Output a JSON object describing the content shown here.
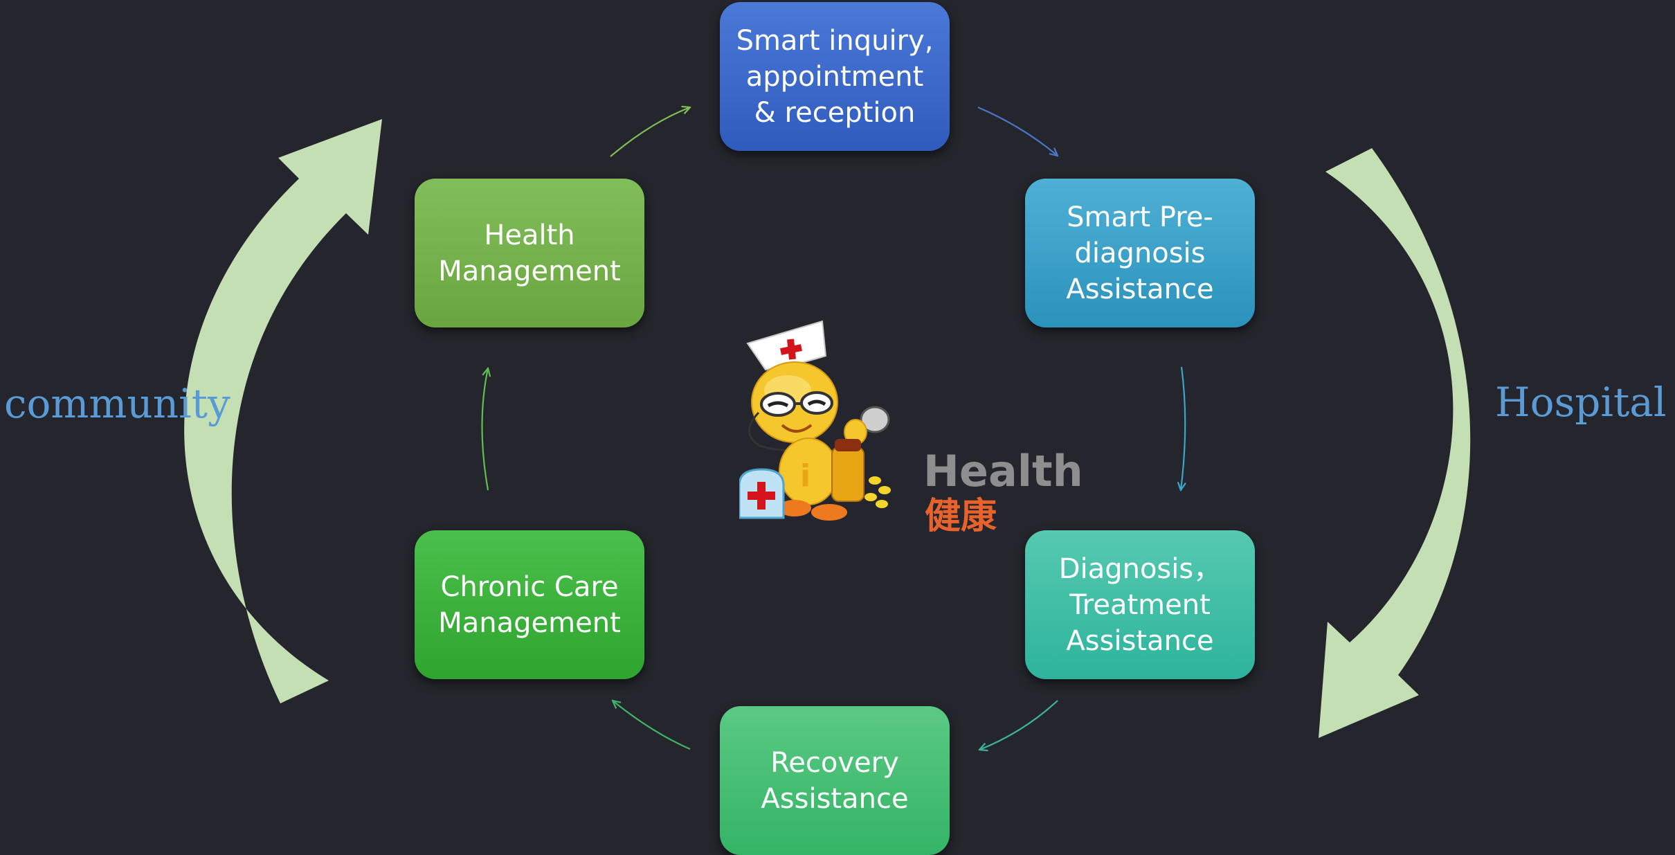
{
  "diagram": {
    "side_labels": {
      "left": "community",
      "right": "Hospital"
    },
    "nodes": [
      {
        "label": "Smart inquiry,\nappointment\n& reception",
        "color_top": "#4b79d8",
        "color_bottom": "#2f5bbd"
      },
      {
        "label": "Smart Pre-\ndiagnosis\nAssistance",
        "color_top": "#4fb0d6",
        "color_bottom": "#2b92bb"
      },
      {
        "label": "Diagnosis，\nTreatment\nAssistance",
        "color_top": "#56c9b0",
        "color_bottom": "#2db49c"
      },
      {
        "label": "Recovery\nAssistance",
        "color_top": "#5bc984",
        "color_bottom": "#34b466"
      },
      {
        "label": "Chronic Care\nManagement",
        "color_top": "#4bbf4b",
        "color_bottom": "#2ea52e"
      },
      {
        "label": "Health\nManagement",
        "color_top": "#81bd5a",
        "color_bottom": "#6aa63f"
      }
    ],
    "center_logo": {
      "text_en": "Health",
      "text_zh": "健康"
    },
    "big_arrow_color": "#c5dfb4"
  }
}
